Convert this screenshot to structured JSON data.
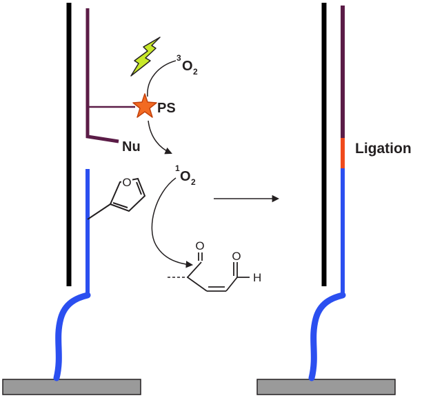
{
  "labels": {
    "triplet_oxygen_sup": "3",
    "triplet_oxygen_main": "O",
    "triplet_oxygen_sub": "2",
    "photosensitizer": "PS",
    "nucleophile": "Nu",
    "singlet_oxygen_sup": "1",
    "singlet_oxygen_main": "O",
    "singlet_oxygen_sub": "2",
    "furan_oxygen": "O",
    "carbonyl_oxygen_left": "O",
    "carbonyl_oxygen_right": "O",
    "aldehyde_hydrogen": "H",
    "ligation": "Ligation"
  },
  "colors": {
    "template_strand": "#000000",
    "probe_strand": "#5b1c47",
    "furan_strand": "#2b4ff0",
    "ligation_junction": "#f04a1c",
    "photosensitizer_star": "#f26a22",
    "light_bolt": "#c8e82a",
    "surface": "#9a9a9a"
  }
}
